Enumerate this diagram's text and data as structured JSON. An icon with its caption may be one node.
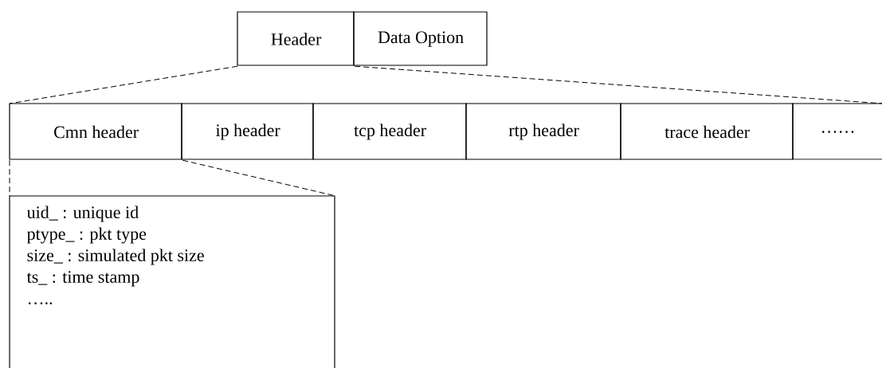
{
  "diagram": {
    "nodes": [
      {
        "text": [
          "Header"
        ]
      },
      {
        "text": [
          "Data Option"
        ]
      },
      {
        "text": [
          "Cmn header"
        ]
      },
      {
        "text": [
          "ip header"
        ]
      },
      {
        "text": [
          "tcp header"
        ]
      },
      {
        "text": [
          "rtp header"
        ]
      },
      {
        "text": [
          "trace header"
        ]
      },
      {
        "text": [
          "……"
        ]
      },
      {
        "text": [
          "uid_ : unique id",
          "ptype_ : pkt type",
          "size_ : simulated pkt size",
          "ts_ : time stamp",
          "….."
        ]
      }
    ],
    "edges": [
      {
        "from": 0,
        "to": 2,
        "arrow": "none",
        "style": "dashed"
      },
      {
        "from": 0,
        "to": 7,
        "arrow": "none",
        "style": "dashed"
      },
      {
        "from": 2,
        "to": 8,
        "arrow": "none",
        "style": "dashed"
      },
      {
        "from": 2,
        "to": 8,
        "arrow": "none",
        "style": "dashed"
      }
    ]
  }
}
